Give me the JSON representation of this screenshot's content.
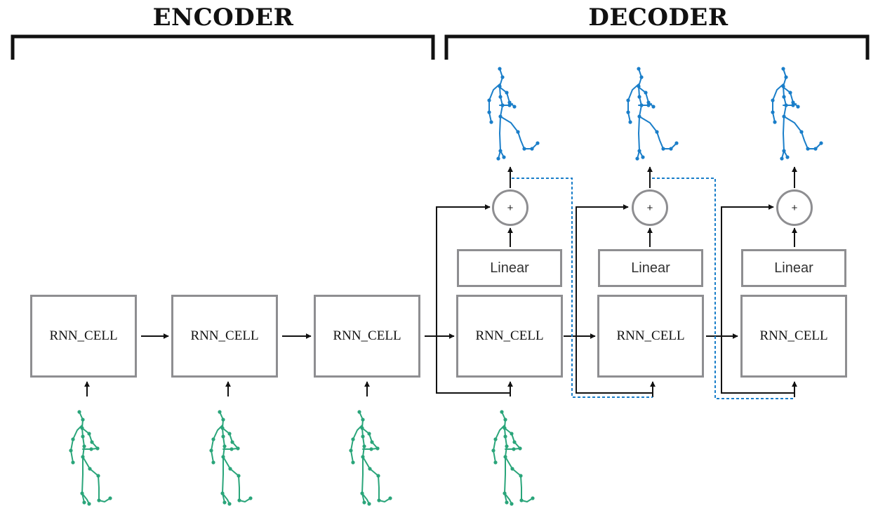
{
  "headers": {
    "encoder": "ENCODER",
    "decoder": "DECODER"
  },
  "cell_label": "RNN_CELL",
  "linear_label": "Linear",
  "plus_symbol": "+",
  "colors": {
    "input_pose": "#2aa57a",
    "output_pose": "#1a7ec9",
    "box_border": "#8e8e91",
    "arrow": "#111111",
    "feedback_dotted": "#1a7ec9"
  },
  "encoder_steps": [
    {
      "cell": "RNN_CELL"
    },
    {
      "cell": "RNN_CELL"
    },
    {
      "cell": "RNN_CELL"
    }
  ],
  "decoder_steps": [
    {
      "cell": "RNN_CELL",
      "linear": "Linear",
      "op": "+"
    },
    {
      "cell": "RNN_CELL",
      "linear": "Linear",
      "op": "+"
    },
    {
      "cell": "RNN_CELL",
      "linear": "Linear",
      "op": "+"
    }
  ]
}
